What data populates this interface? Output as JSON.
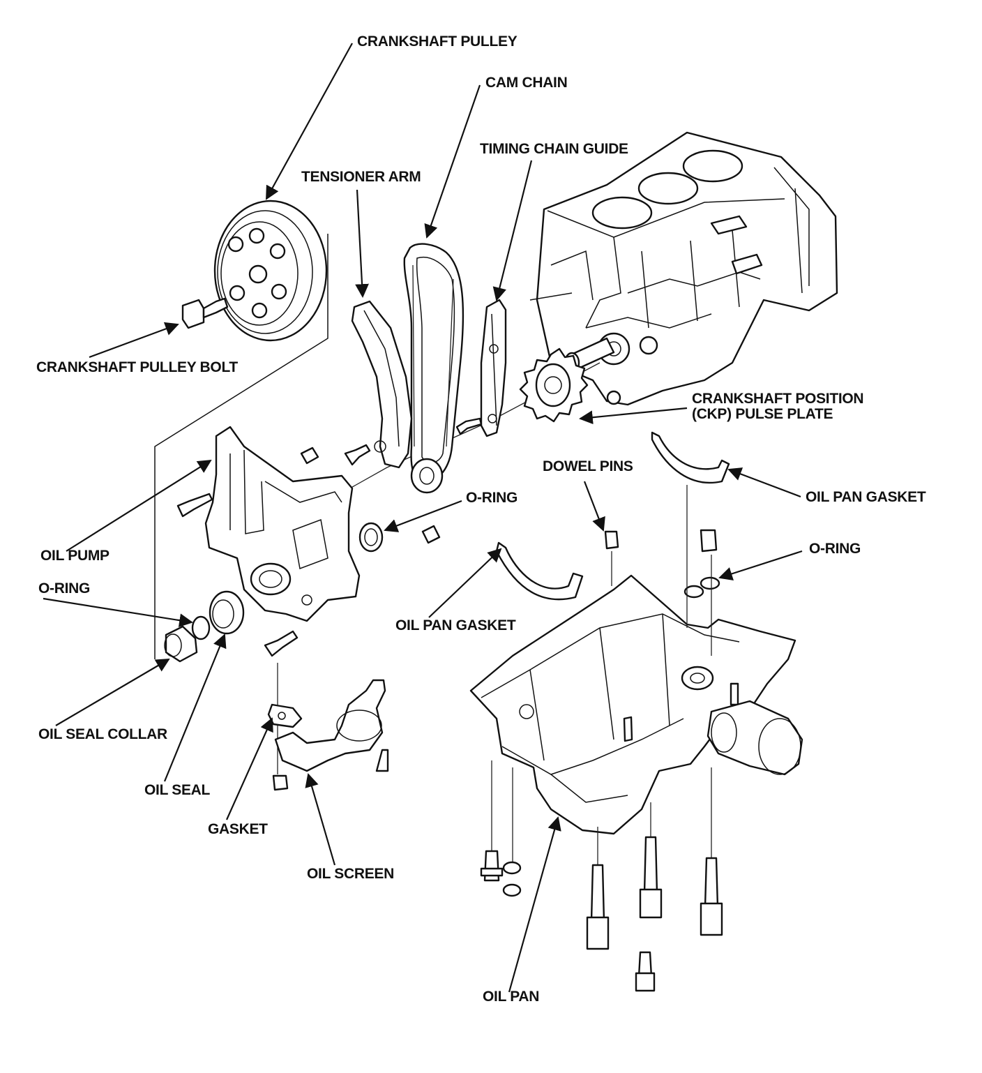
{
  "labels": {
    "crankshaft_pulley": "CRANKSHAFT PULLEY",
    "cam_chain": "CAM CHAIN",
    "timing_chain_guide": "TIMING CHAIN GUIDE",
    "tensioner_arm": "TENSIONER ARM",
    "crankshaft_pulley_bolt": "CRANKSHAFT PULLEY BOLT",
    "ckp_pulse_plate_line1": "CRANKSHAFT POSITION",
    "ckp_pulse_plate_line2": "(CKP) PULSE PLATE",
    "dowel_pins": "DOWEL PINS",
    "oil_pan_gasket_upper": "OIL PAN GASKET",
    "o_ring_center": "O-RING",
    "oil_pump": "OIL PUMP",
    "o_ring_right": "O-RING",
    "o_ring_left": "O-RING",
    "oil_pan_gasket_lower": "OIL PAN GASKET",
    "oil_seal_collar": "OIL SEAL COLLAR",
    "oil_seal": "OIL SEAL",
    "gasket": "GASKET",
    "oil_screen": "OIL SCREEN",
    "oil_pan": "OIL PAN"
  }
}
